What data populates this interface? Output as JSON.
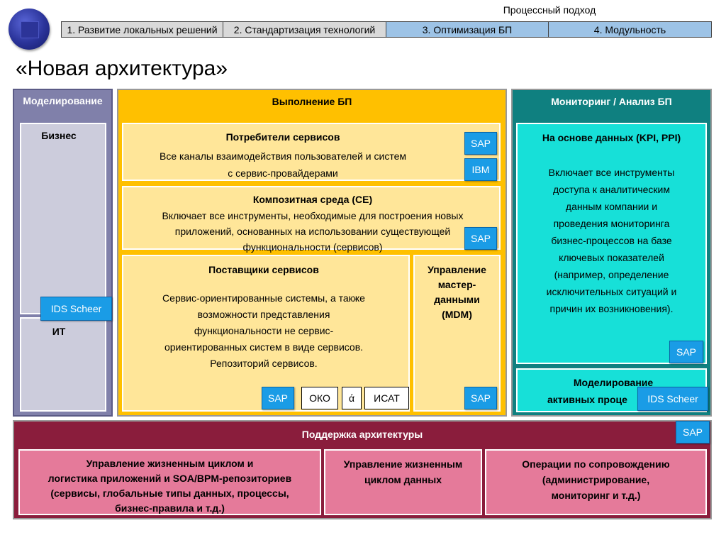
{
  "header": {
    "process_title": "Процессный подход",
    "steps": [
      "1. Развитие локальных решений",
      "2. Стандартизация технологий",
      "3. Оптимизация БП",
      "4. Модульность"
    ]
  },
  "title": "«Новая архитектура»",
  "modeling": {
    "title": "Моделирование",
    "business": "Бизнес",
    "it": "ИТ",
    "badge": "IDS Scheer"
  },
  "execution": {
    "title": "Выполнение БП",
    "consumers": {
      "title": "Потребители сервисов",
      "line1": "Все каналы взаимодействия пользователей и систем",
      "line2": "с сервис-провайдерами",
      "badge_sap": "SAP",
      "badge_ibm": "IBM"
    },
    "composite": {
      "title": "Композитная среда (CE)",
      "line1": "Включает все инструменты, необходимые для построения новых",
      "line2": "приложений, основанных на использовании существующей",
      "line3": "функциональности (сервисов)",
      "badge": "SAP"
    },
    "providers": {
      "title": "Поставщики сервисов",
      "lines": [
        "Сервис-ориентированные системы, а также",
        "возможности представления",
        "функциональности не сервис-",
        "ориентированных систем в виде сервисов.",
        "Репозиторий сервисов."
      ],
      "badges": [
        "SAP",
        "ОКО",
        "ά",
        "ИСАТ"
      ]
    },
    "mdm": {
      "lines": [
        "Управление",
        "мастер-",
        "данными",
        "(MDM)"
      ],
      "badge": "SAP"
    }
  },
  "monitoring": {
    "title": "Мониторинг / Анализ БП",
    "data": {
      "title": "На основе данных (KPI, PPI)",
      "lines": [
        "Включает все инструменты",
        "доступа к аналитическим",
        "данным компании и",
        "проведения мониторинга",
        "бизнес-процессов на базе",
        "ключевых показателей",
        "(например, определение",
        "исключительных ситуаций и",
        "причин их возникновения)."
      ],
      "badge": "SAP"
    },
    "process": {
      "line1": "Моделирование",
      "line2": "активных проце",
      "badge": "IDS Scheer"
    }
  },
  "support": {
    "title": "Поддержка архитектуры",
    "badge": "SAP",
    "box1": [
      "Управление жизненным циклом и",
      "логистика приложений и SOA/BPM-репозиториев",
      "(сервисы, глобальные типы данных, процессы,",
      "бизнес-правила и т.д.)"
    ],
    "box2": [
      "Управление жизненным",
      "циклом данных"
    ],
    "box3": [
      "Операции по сопровождению",
      "(администрирование,",
      "мониторинг и т.д.)"
    ]
  }
}
